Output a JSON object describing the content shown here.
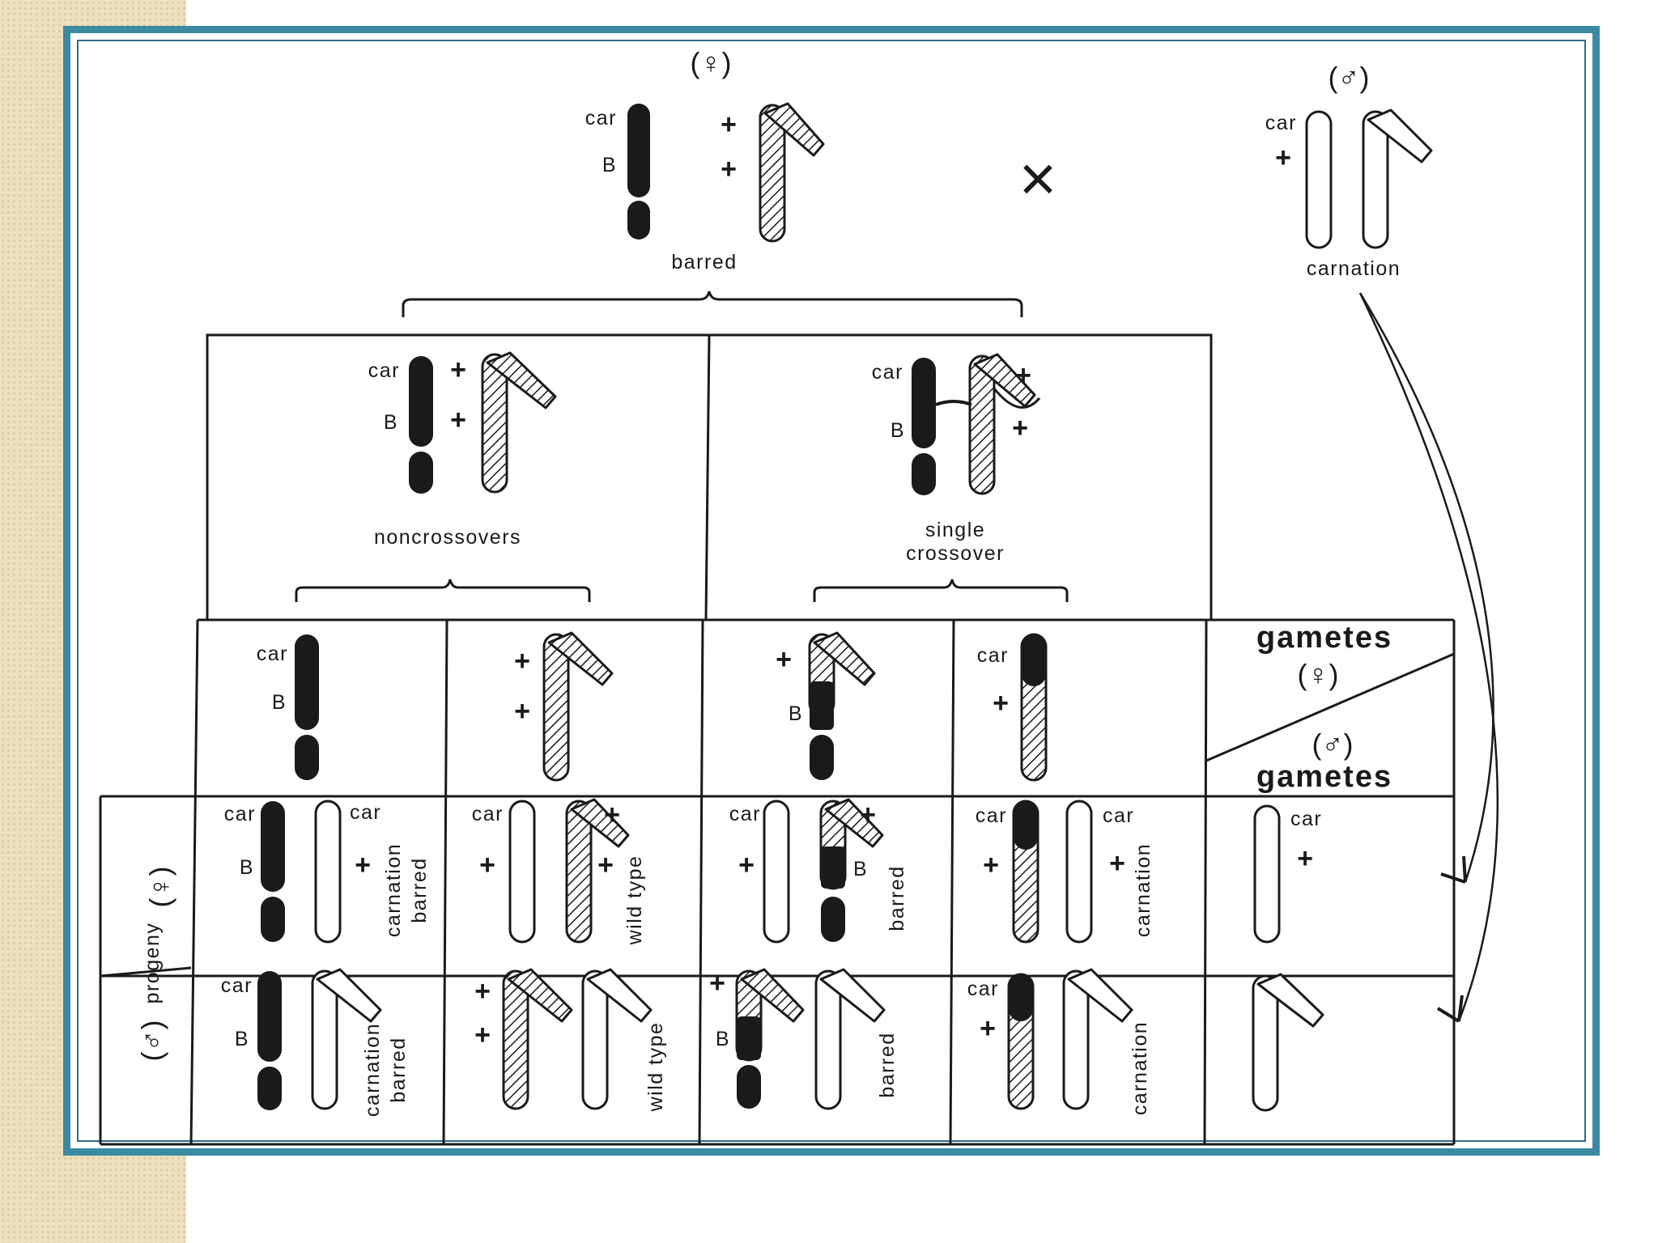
{
  "symbols": {
    "female": "(♀)",
    "male": "(♂)",
    "cross": "×"
  },
  "alleles": {
    "car": "car",
    "bar": "B",
    "wild": "+"
  },
  "parents": {
    "female_label": "barred",
    "male_label": "carnation"
  },
  "meiosis": {
    "noncrossover_label": "noncrossovers",
    "crossover_line1": "single",
    "crossover_line2": "crossover"
  },
  "grid": {
    "gametes_top": "gametes",
    "gametes_bottom": "gametes",
    "progeny_label": "progeny"
  },
  "phenotypes": {
    "carnation_barred_1": "carnation",
    "carnation_barred_2": "barred",
    "wild_type": "wild type",
    "barred": "barred",
    "carnation": "carnation"
  },
  "colors": {
    "frame": "#3b8aa2",
    "side_pattern": "#ece0bf",
    "ink": "#1a1a1a"
  }
}
